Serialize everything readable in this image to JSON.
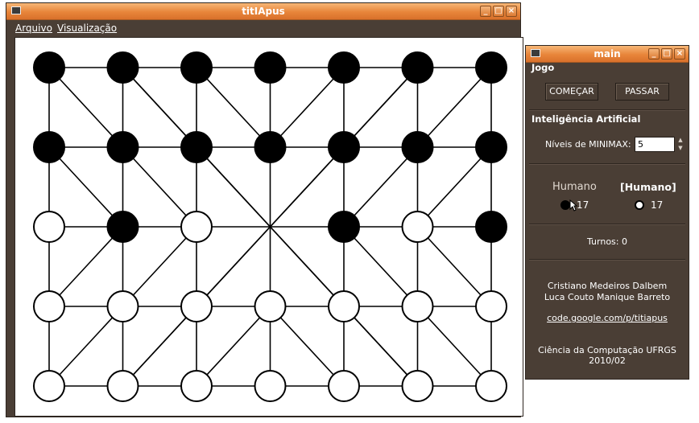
{
  "main_window": {
    "title": "titIApus",
    "menu": [
      "Arquivo",
      "Visualização"
    ]
  },
  "board": {
    "rows": [
      [
        "black",
        "black",
        "black",
        "black",
        "black",
        "black",
        "black"
      ],
      [
        "black",
        "black",
        "black",
        "black",
        "black",
        "black",
        "black"
      ],
      [
        "white",
        "black",
        "white",
        "empty",
        "black",
        "white",
        "black"
      ],
      [
        "white",
        "white",
        "white",
        "white",
        "white",
        "white",
        "white"
      ],
      [
        "white",
        "white",
        "white",
        "white",
        "white",
        "white",
        "white"
      ]
    ]
  },
  "side_window": {
    "title": "main",
    "jogo_group": "Jogo",
    "start_button": "COMEÇAR",
    "pass_button": "PASSAR",
    "ai_group": "Inteligência Artificial",
    "minimax_label": "Níveis de MINIMAX:",
    "minimax_value": "5",
    "player1_label": "Humano",
    "player1_count": "17",
    "player2_label": "[Humano]",
    "player2_count": "17",
    "turns": "Turnos: 0",
    "author1": "Cristiano Medeiros Dalbem",
    "author2": "Luca Couto Manique Barreto",
    "link": "code.google.com/p/titiapus",
    "course": "Ciência da Computação UFRGS",
    "date": "2010/02"
  },
  "colors": {
    "window_bg": "#4a3e35",
    "titlebar": "#e8853a",
    "black_piece": "#000000",
    "white_piece": "#ffffff"
  }
}
